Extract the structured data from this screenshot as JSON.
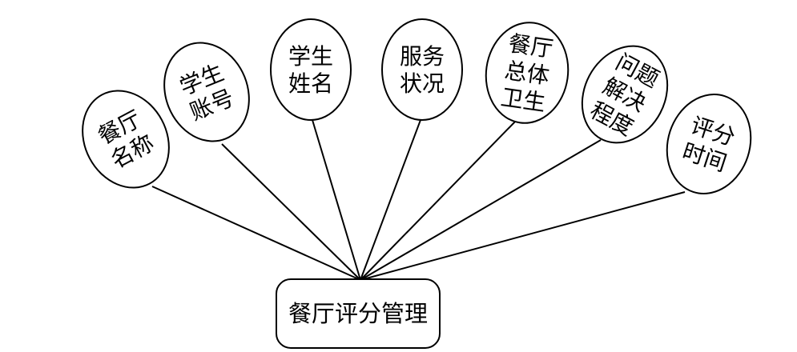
{
  "entity": {
    "label": "餐厅评分管理"
  },
  "attributes": [
    {
      "id": "restaurant-name",
      "lines": [
        "餐厅",
        "名称"
      ]
    },
    {
      "id": "student-account",
      "lines": [
        "学生",
        "账号"
      ]
    },
    {
      "id": "student-name",
      "lines": [
        "学生",
        "姓名"
      ]
    },
    {
      "id": "service-status",
      "lines": [
        "服务",
        "状况"
      ]
    },
    {
      "id": "overall-hygiene",
      "lines": [
        "餐厅",
        "总体",
        "卫生"
      ]
    },
    {
      "id": "problem-resolution",
      "lines": [
        "问题",
        "解决",
        "程度"
      ]
    },
    {
      "id": "rating-time",
      "lines": [
        "评分",
        "时间"
      ]
    }
  ],
  "colors": {
    "stroke": "#000000",
    "background": "#ffffff"
  }
}
